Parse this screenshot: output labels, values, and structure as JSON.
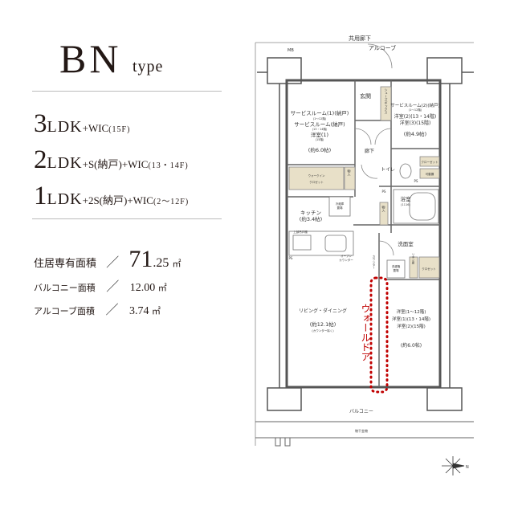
{
  "heading": {
    "main": "BN",
    "sub": "type"
  },
  "layouts": [
    {
      "num": "3",
      "rest": "LDK",
      "plus": "+WIC",
      "floors": "(15F)"
    },
    {
      "num": "2",
      "rest": "LDK",
      "plus": "+S(納戸)+WIC",
      "floors": "(13・14F)"
    },
    {
      "num": "1",
      "rest": "LDK",
      "plus": "+2S(納戸)+WIC",
      "floors": "(2〜12F)"
    }
  ],
  "areas": {
    "private": {
      "label": "住居専有面積",
      "int": "71",
      "dec": ".25",
      "unit": "㎡"
    },
    "balcony": {
      "label": "バルコニー面積",
      "value": "12.00",
      "unit": "㎡"
    },
    "alcove": {
      "label": "アルコーブ面積",
      "value": "3.74",
      "unit": "㎡"
    },
    "slash": "／"
  },
  "plan": {
    "corridor": "共用廊下",
    "alcove": "アルコーブ",
    "mb": "MB",
    "entrance": "玄関",
    "shoebox": "シューズボックス",
    "service1": [
      "サービスルーム(1)(納戸)",
      "(1〜12階)",
      "サービスルーム(納戸)",
      "(13・14階)",
      "洋室(1)",
      "(15階)",
      "(約6.0帖)"
    ],
    "service2": [
      "サービスルーム(2)(納戸)",
      "(1〜12階)",
      "洋室(2)(13・14階)",
      "洋室(3)(15階)",
      "(約4.9帖)"
    ],
    "hall": "廊下",
    "toilet": "トイレ",
    "closet": "クローゼット",
    "shelf": "可動棚",
    "ps": "PS",
    "wic": [
      "ウォークイン",
      "クロゼット"
    ],
    "storage": "物入",
    "fridge": [
      "冷蔵庫",
      "置場"
    ],
    "bath": [
      "浴室",
      "(1116)"
    ],
    "kitchen": [
      "キッチン",
      "(約3.4帖)"
    ],
    "upper_cabinet": "上部吊戸棚",
    "open_counter": [
      "オープン",
      "カウンター"
    ],
    "washroom": "洗面室",
    "washer": [
      "洗濯機",
      "置場"
    ],
    "linen": "リネン庫",
    "closet2": "クロゼット",
    "counter": "カウンター",
    "living": [
      "リビング・ダイニング",
      "(約12.1帖)",
      "(カウンター除く)"
    ],
    "wall_door": "ウォールドア",
    "bedroom": [
      "洋室(1〜12階)",
      "洋室(1)(13・14階)",
      "洋室(2)(15階)",
      "(約6.0帖)"
    ],
    "balcony": "バルコニー",
    "drying": "物干金物",
    "compass": "N"
  },
  "colors": {
    "accent": "#c00000",
    "fixture": "#e8e0c8",
    "wall": "#555555"
  }
}
